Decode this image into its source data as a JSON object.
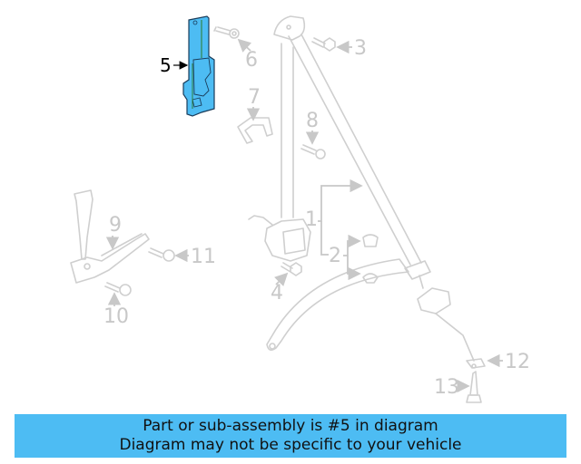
{
  "diagram": {
    "highlighted_part": "5",
    "highlight_color": "#4dbcf3",
    "callouts": [
      {
        "id": "1",
        "label": "1"
      },
      {
        "id": "2",
        "label": "2"
      },
      {
        "id": "3",
        "label": "3"
      },
      {
        "id": "4",
        "label": "4"
      },
      {
        "id": "5",
        "label": "5"
      },
      {
        "id": "6",
        "label": "6"
      },
      {
        "id": "7",
        "label": "7"
      },
      {
        "id": "8",
        "label": "8"
      },
      {
        "id": "9",
        "label": "9"
      },
      {
        "id": "10",
        "label": "10"
      },
      {
        "id": "11",
        "label": "11"
      },
      {
        "id": "12",
        "label": "12"
      },
      {
        "id": "13",
        "label": "13"
      }
    ]
  },
  "banner": {
    "line1": "Part or sub-assembly is #5 in diagram",
    "line2": "Diagram may not be specific to your vehicle",
    "background": "#4dbcf3"
  }
}
